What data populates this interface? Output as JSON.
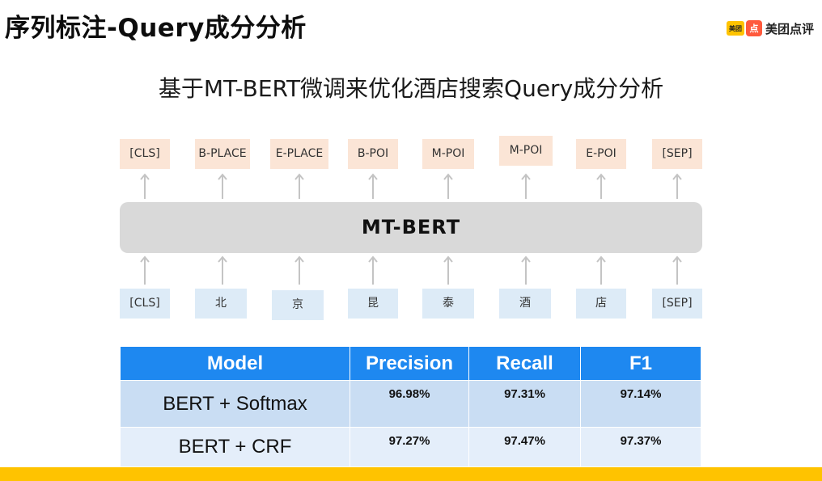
{
  "title": "序列标注-Query成分分析",
  "logo": {
    "box1": "美团",
    "box2": "点",
    "text": "美团点评"
  },
  "subtitle": "基于MT-BERT微调来优化酒店搜索Query成分分析",
  "model_label": "MT-BERT",
  "output_tokens": [
    "[CLS]",
    "B-PLACE",
    "E-PLACE",
    "B-POI",
    "M-POI",
    "M-POI",
    "E-POI",
    "[SEP]"
  ],
  "input_tokens": [
    "[CLS]",
    "北",
    "京",
    "昆",
    "泰",
    "酒",
    "店",
    "[SEP]"
  ],
  "table": {
    "headers": [
      "Model",
      "Precision",
      "Recall",
      "F1"
    ],
    "rows": [
      {
        "model": "BERT + Softmax",
        "precision": "96.98%",
        "recall": "97.31%",
        "f1": "97.14%"
      },
      {
        "model": "BERT + CRF",
        "precision": "97.27%",
        "recall": "97.47%",
        "f1": "97.37%"
      }
    ]
  },
  "colors": {
    "output_token_bg": "#fbe5d6",
    "input_token_bg": "#ddebf7",
    "table_header_bg": "#1e88f0",
    "accent_bar": "#ffc300"
  }
}
